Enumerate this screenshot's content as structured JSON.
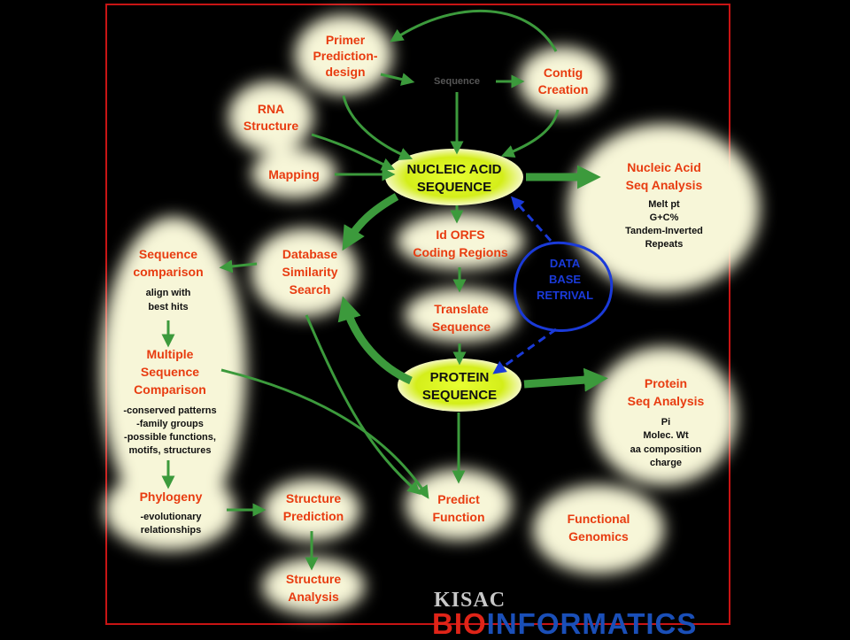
{
  "nodes": {
    "primer": {
      "lines": [
        "Primer",
        "Prediction-",
        "design"
      ]
    },
    "contig": {
      "lines": [
        "Contig",
        "Creation"
      ]
    },
    "rna": {
      "lines": [
        "RNA",
        "Structure"
      ]
    },
    "mapping": {
      "lines": [
        "Mapping"
      ]
    },
    "nucleic_acid": {
      "lines": [
        "NUCLEIC ACID",
        "SEQUENCE"
      ]
    },
    "nucleic_analysis": {
      "lines": [
        "Nucleic Acid",
        "Seq Analysis"
      ],
      "details": [
        "Melt pt",
        "G+C%",
        "Tandem-Inverted",
        "Repeats"
      ]
    },
    "database": {
      "lines": [
        "Database",
        "Similarity",
        "Search"
      ]
    },
    "id_orfs": {
      "lines": [
        "Id ORFS",
        "Coding Regions"
      ]
    },
    "seq_comparison": {
      "lines": [
        "Sequence",
        "comparison"
      ],
      "details": [
        "align with",
        "best hits"
      ]
    },
    "data_base": {
      "lines": [
        "DATA",
        "BASE",
        "RETRIVAL"
      ]
    },
    "translate": {
      "lines": [
        "Translate",
        "Sequence"
      ]
    },
    "multiple": {
      "lines": [
        "Multiple",
        "Sequence",
        "Comparison"
      ],
      "details": [
        "-conserved patterns",
        "-family groups",
        "-possible functions,",
        "motifs, structures"
      ]
    },
    "protein_seq": {
      "lines": [
        "PROTEIN",
        "SEQUENCE"
      ]
    },
    "protein_analysis": {
      "lines": [
        "Protein",
        "Seq Analysis"
      ],
      "details": [
        "Pi",
        "Molec. Wt",
        "aa composition",
        "charge"
      ]
    },
    "phylogeny": {
      "lines": [
        "Phylogeny"
      ],
      "details": [
        "-evolutionary",
        "relationships"
      ]
    },
    "structure_pred": {
      "lines": [
        "Structure",
        "Prediction"
      ]
    },
    "predict_function": {
      "lines": [
        "Predict",
        "Function"
      ]
    },
    "functional_genomics": {
      "lines": [
        "Functional",
        "Genomics"
      ]
    },
    "structure_analysis": {
      "lines": [
        "Structure",
        "Analysis"
      ]
    }
  },
  "sequence_label": "Sequence",
  "logo": {
    "small": "KISAC",
    "big_red": "BIO",
    "big_blue": "INFORMATICS"
  },
  "colors": {
    "glow": "#f7f6d8",
    "core": "#d8f018",
    "red_text": "#e83c10",
    "arrow": "#3c9a3c",
    "blue": "#1a3ad8",
    "frame": "#c81414"
  }
}
